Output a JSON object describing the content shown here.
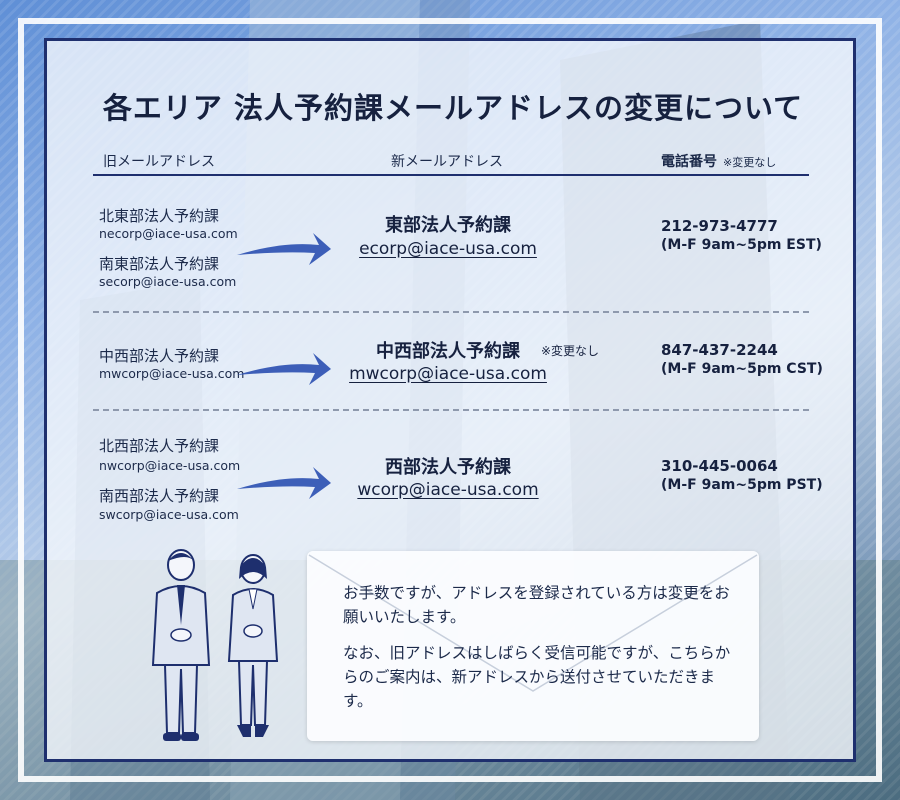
{
  "title": "各エリア 法人予約課メールアドレスの変更について",
  "headers": {
    "old": "旧メールアドレス",
    "new": "新メールアドレス",
    "phone": "電話番号",
    "phone_note": "※変更なし"
  },
  "rows": [
    {
      "old": [
        {
          "name": "北東部法人予約課",
          "email": "necorp@iace-usa.com"
        },
        {
          "name": "南東部法人予約課",
          "email": "secorp@iace-usa.com"
        }
      ],
      "new_name": "東部法人予約課",
      "new_email": "ecorp@iace-usa.com",
      "phone": "212-973-4777",
      "hours": "(M-F 9am~5pm EST)"
    },
    {
      "old": [
        {
          "name": "中西部法人予約課",
          "email": "mwcorp@iace-usa.com"
        }
      ],
      "new_name": "中西部法人予約課",
      "new_note": "※変更なし",
      "new_email": "mwcorp@iace-usa.com",
      "phone": "847-437-2244",
      "hours": "(M-F 9am~5pm CST)"
    },
    {
      "old": [
        {
          "name": "北西部法人予約課",
          "email": "nwcorp@iace-usa.com"
        },
        {
          "name": "南西部法人予約課",
          "email": "swcorp@iace-usa.com"
        }
      ],
      "new_name": "西部法人予約課",
      "new_email": "wcorp@iace-usa.com",
      "phone": "310-445-0064",
      "hours": "(M-F 9am~5pm PST)"
    }
  ],
  "message": {
    "p1": "お手数ですが、アドレスを登録されている方は変更をお願いいたします。",
    "p2": "なお、旧アドレスはしばらく受信可能ですが、こちらからのご案内は、新アドレスから送付させていただきます。"
  },
  "icons": {
    "arrow": "arrow-right-icon",
    "people": "business-people-bowing-illustration",
    "envelope": "envelope-icon"
  },
  "colors": {
    "navy": "#1e2f6e",
    "arrow": "#2a4fb0",
    "text": "#16213f"
  }
}
